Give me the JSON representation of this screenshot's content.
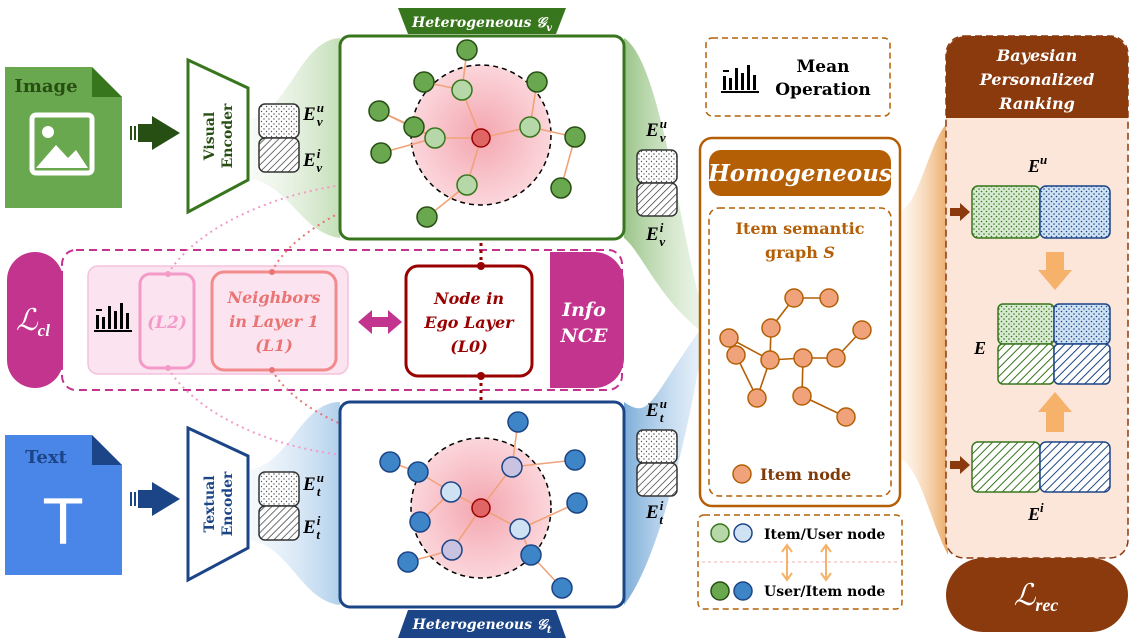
{
  "image_file": {
    "label": "Image",
    "color": "#6aa84f",
    "icon": "image-icon"
  },
  "text_file": {
    "label": "Text",
    "color": "#4a86e8",
    "icon": "text-icon",
    "glyph": "T"
  },
  "visual_encoder": {
    "line1": "Visual",
    "line2": "Encoder"
  },
  "textual_encoder": {
    "line1": "Textual",
    "line2": "Encoder"
  },
  "heterogeneous_v": {
    "label": "Heterogeneous 𝒢",
    "sub": "v"
  },
  "heterogeneous_t": {
    "label": "Heterogeneous 𝒢",
    "sub": "t"
  },
  "embeddings": {
    "E": "E",
    "v": "v",
    "t": "t",
    "u": "u",
    "i": "i"
  },
  "mean_operation": {
    "line1": "Mean",
    "line2": "Operation",
    "icon": "bar-chart-icon"
  },
  "homogeneous": {
    "title": "Homogeneous",
    "graph_line1": "Item semantic",
    "graph_line2": "graph ",
    "graph_symbol": "S",
    "item_node": "Item node"
  },
  "cl_panel": {
    "loss": "ℒ",
    "loss_sub": "cl",
    "l2": "(L2)",
    "neighbors_line1": "Neighbors",
    "neighbors_line2": "in Layer 1",
    "neighbors_line3": "(L1)",
    "ego_line1": "Node in",
    "ego_line2": "Ego Layer",
    "ego_line3": "(L0)",
    "infonce_line1": "Info",
    "infonce_line2": "NCE"
  },
  "legend": {
    "item_user": "Item/User node",
    "user_item": "User/Item node"
  },
  "bpr": {
    "line1": "Bayesian",
    "line2": "Personalized",
    "line3": "Ranking",
    "Eu": "E",
    "Eu_sup": "u",
    "E": "E",
    "Ei": "E",
    "Ei_sup": "i",
    "loss": "ℒ",
    "loss_sub": "rec"
  },
  "colors": {
    "green_dark": "#38761d",
    "green_node": "#93c47d",
    "blue_dark": "#1c4587",
    "blue_node": "#6d9eeb",
    "brown": "#8b3a0e",
    "orange": "#e6915b",
    "pink": "#c2348e",
    "red": "#cc0000"
  }
}
